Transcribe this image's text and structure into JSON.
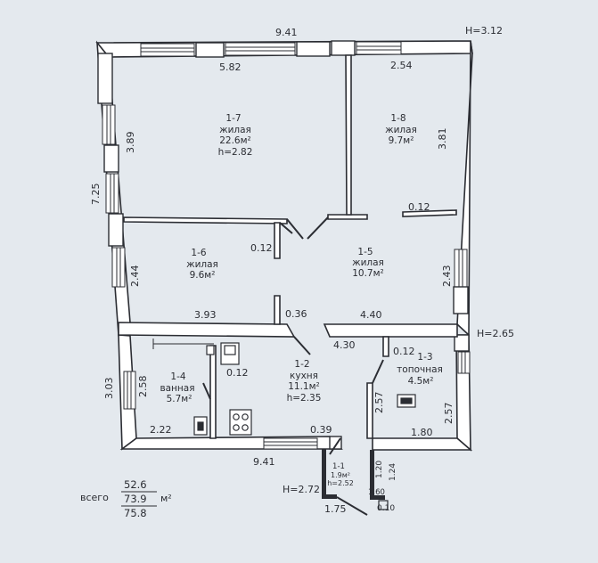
{
  "plan": {
    "height_main": "H=3.12",
    "height_annex": "H=2.65",
    "height_porch": "H=2.72",
    "dimensions": {
      "top_total": "9.41",
      "bottom_total": "9.41",
      "left_outer": "7.25",
      "left_lower": "3.03",
      "r17_top": "5.82",
      "r17_left": "3.89",
      "r18_top": "2.54",
      "r18_right": "3.81",
      "r18_recess": "0.12",
      "r16_recess": "0.12",
      "r16_left": "2.44",
      "r16_bottom": "3.93",
      "r15_right": "2.43",
      "r15_bottom": "4.40",
      "partition_036": "0.36",
      "kitchen_top": "4.30",
      "r13_recess": "0.12",
      "r13_left": "2.57",
      "r13_right": "2.57",
      "r13_bottom": "1.80",
      "r14_left": "2.58",
      "r14_bottom": "2.22",
      "bath_recess": "0.12",
      "porch_wall": "0.39",
      "porch_120": "1.20",
      "porch_124": "1.24",
      "porch_160": "1.60",
      "porch_010": "0.10",
      "porch_175": "1.75"
    },
    "rooms": [
      {
        "num": "1-7",
        "name": "жилая",
        "area": "22.6м²",
        "height": "h=2.82"
      },
      {
        "num": "1-8",
        "name": "жилая",
        "area": "9.7м²"
      },
      {
        "num": "1-6",
        "name": "жилая",
        "area": "9.6м²"
      },
      {
        "num": "1-5",
        "name": "жилая",
        "area": "10.7м²"
      },
      {
        "num": "1-4",
        "name": "ванная",
        "area": "5.7м²"
      },
      {
        "num": "1-2",
        "name": "кухня",
        "area": "11.1м²",
        "height": "h=2.35"
      },
      {
        "num": "1-3",
        "name": "топочная",
        "area": "4.5м²"
      },
      {
        "num": "1-1",
        "area": "1.9м²",
        "height": "h=2.52"
      }
    ],
    "totals": {
      "label": "всего",
      "values": [
        "52.6",
        "73.9",
        "75.8"
      ],
      "unit": "м²"
    }
  }
}
